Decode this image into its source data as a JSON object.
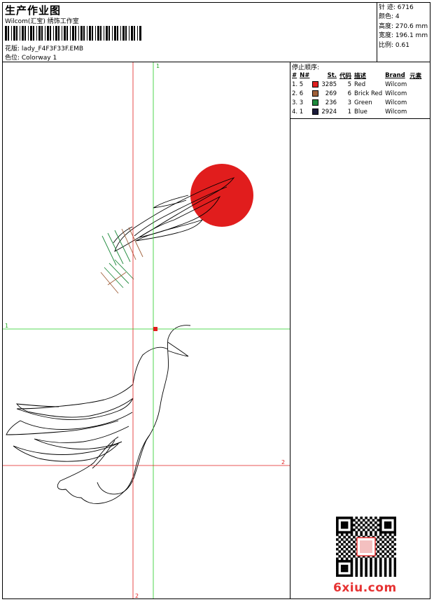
{
  "header": {
    "title": "生产作业图",
    "company": "Wilcom(汇宝) 绣饰工作室",
    "design_label": "花版: lady_F4F3F33F.EMB",
    "colorway_label": "色位: Colorway 1"
  },
  "stats": [
    {
      "label": "针 迹:",
      "value": "6716"
    },
    {
      "label": "颜色:",
      "value": "4"
    },
    {
      "label": "高度:",
      "value": "270.6 mm"
    },
    {
      "label": "宽度:",
      "value": "196.1 mm"
    },
    {
      "label": "比例:",
      "value": "0.61"
    }
  ],
  "stop_sequence": {
    "title": "停止顺序:",
    "headers": [
      "#",
      "N#",
      "St.",
      "代码",
      "描述",
      "Brand",
      "元素"
    ],
    "rows": [
      {
        "num": "1. 5",
        "color": "#e02020",
        "stitches": "3285",
        "code": "5",
        "desc": "Red",
        "brand": "Wilcom"
      },
      {
        "num": "2. 6",
        "color": "#a0603a",
        "stitches": "269",
        "code": "6",
        "desc": "Brick Red",
        "brand": "Wilcom"
      },
      {
        "num": "3. 3",
        "color": "#1e8a3c",
        "stitches": "236",
        "code": "3",
        "desc": "Green",
        "brand": "Wilcom"
      },
      {
        "num": "4. 1",
        "color": "#1a1a3a",
        "stitches": "2924",
        "code": "1",
        "desc": "Blue",
        "brand": "Wilcom"
      }
    ]
  },
  "guides": {
    "top_label": "1",
    "left_label": "1",
    "right_label": "2",
    "bottom_label": "2"
  },
  "watermark": "6xiu.com"
}
